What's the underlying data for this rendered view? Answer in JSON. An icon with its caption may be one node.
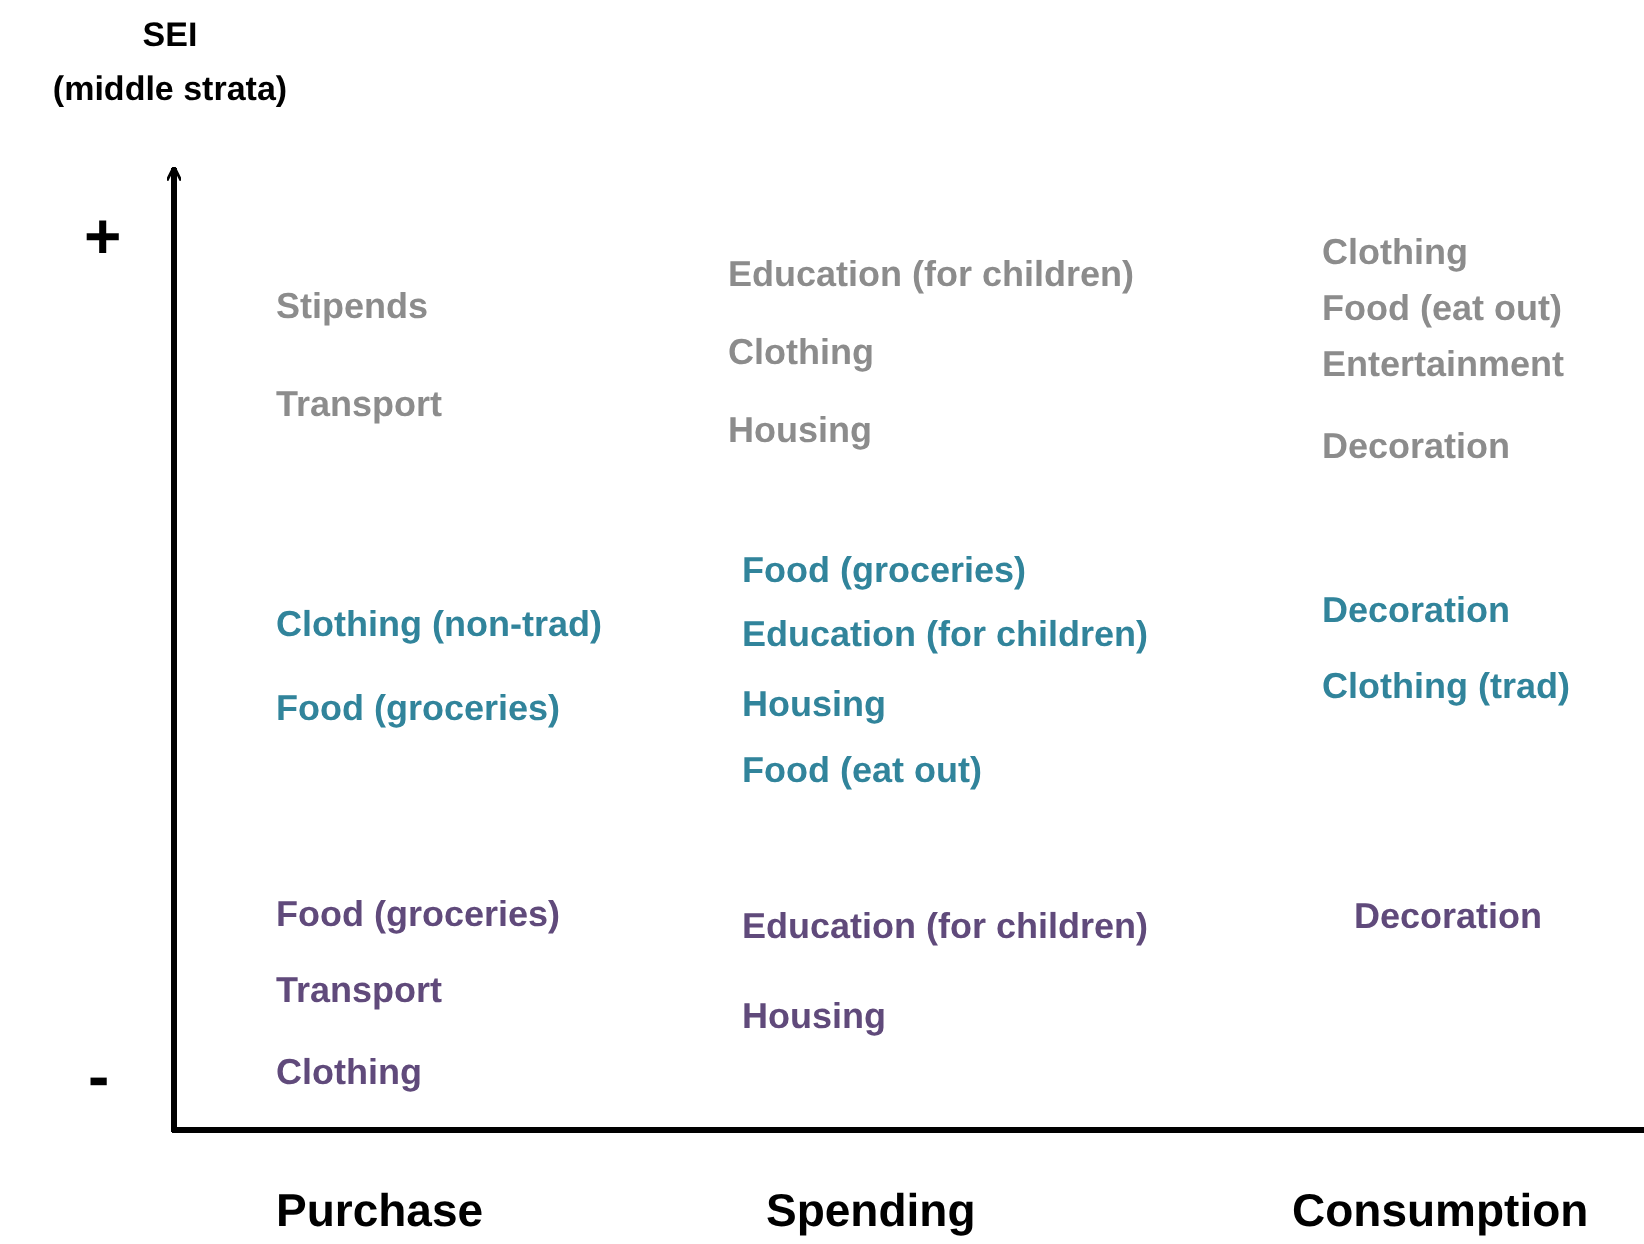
{
  "diagram": {
    "labels": [
      "SEI",
      "(middle strata)",
      "+",
      "Stipends",
      "Transport",
      "Education (for children)",
      "Clothing",
      "Housing",
      "Clothing",
      "Food (eat out)",
      "Entertainment",
      "Decoration",
      "Clothing (non-trad)",
      "Food (groceries)",
      "Food (groceries)",
      "Education (for children)",
      "Housing",
      "Food (eat out)",
      "Decoration",
      "Clothing (trad)",
      "Food (groceries)",
      "Transport",
      "Clothing",
      "Education (for children)",
      "Housing",
      "Decoration",
      "-",
      "Purchase",
      "Spending",
      "Consumption"
    ]
  }
}
